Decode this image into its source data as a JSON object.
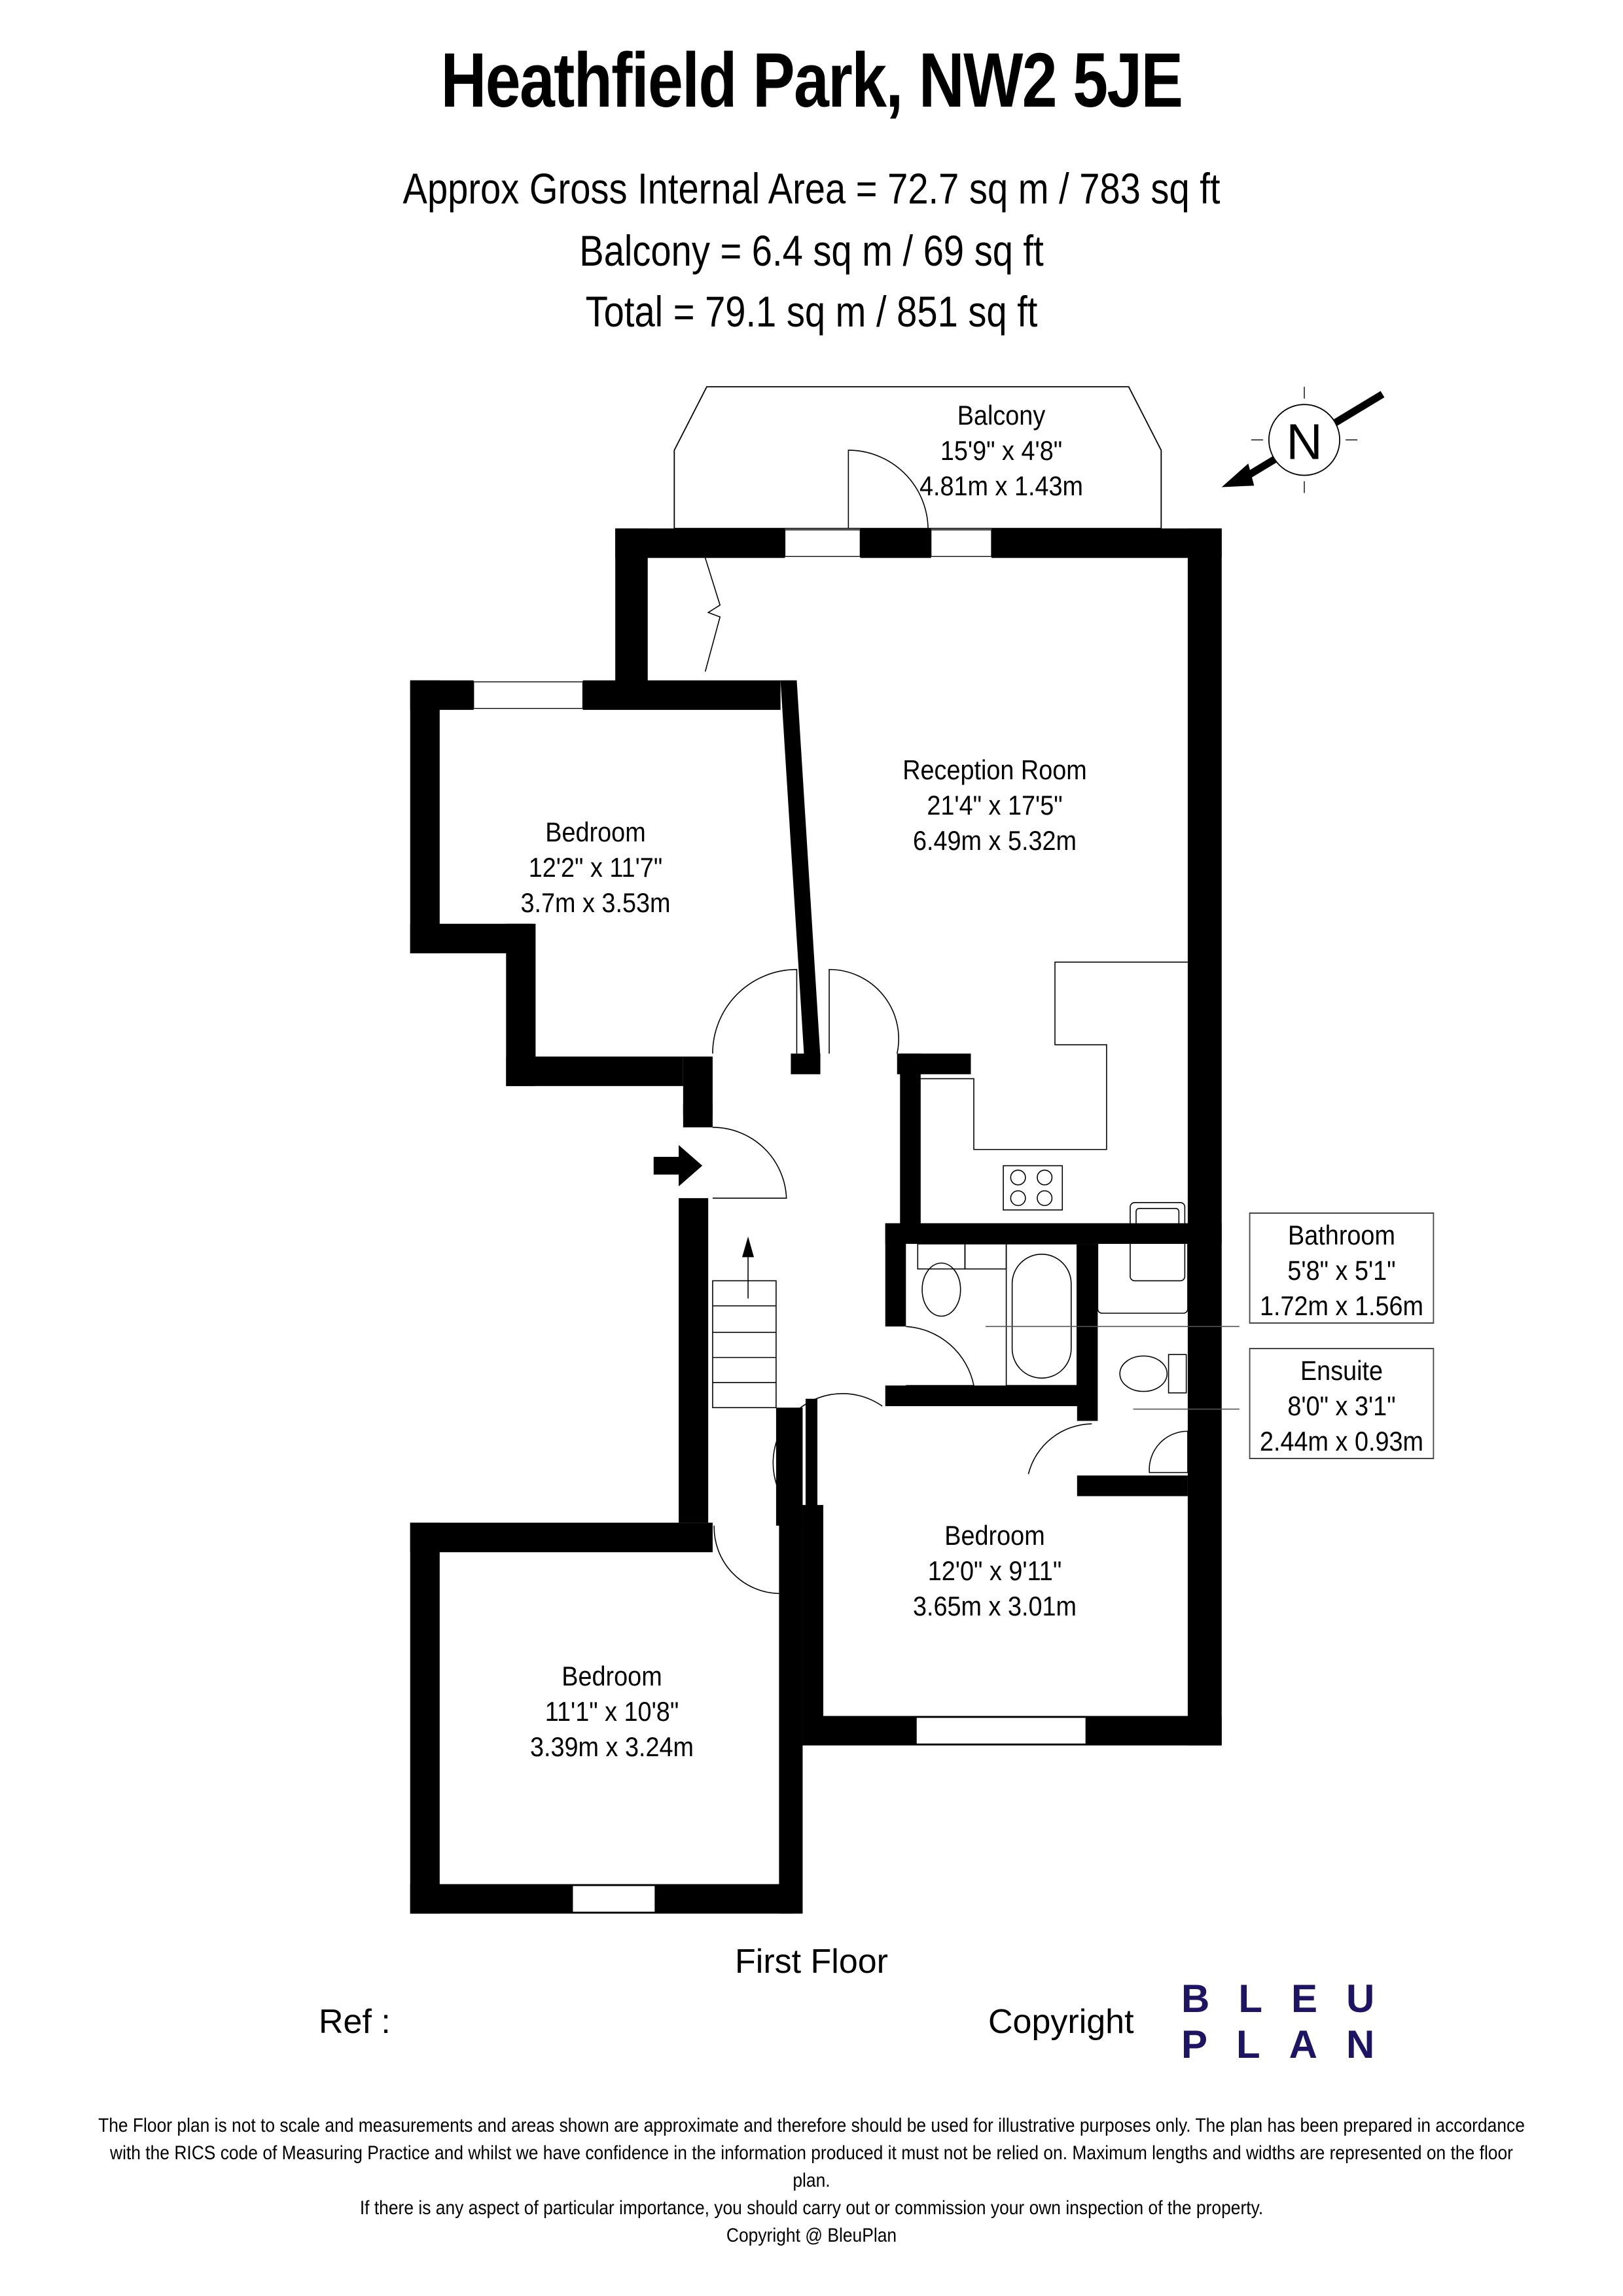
{
  "header": {
    "title": "Heathfield Park, NW2 5JE",
    "gross_internal_area": "Approx Gross Internal Area = 72.7 sq m / 783 sq ft",
    "balcony_area": "Balcony = 6.4 sq m / 69 sq ft",
    "total_area": "Total = 79.1 sq m / 851 sq ft"
  },
  "compass": {
    "label": "N",
    "icon": "north-arrow-icon"
  },
  "rooms": [
    {
      "name": "Balcony",
      "imperial": "15'9\" x 4'8\"",
      "metric": "4.81m x 1.43m"
    },
    {
      "name": "Reception Room",
      "imperial": "21'4\" x 17'5\"",
      "metric": "6.49m x 5.32m"
    },
    {
      "name": "Bedroom",
      "imperial": "12'2\" x 11'7\"",
      "metric": "3.7m x 3.53m"
    },
    {
      "name": "Bathroom",
      "imperial": "5'8\" x 5'1\"",
      "metric": "1.72m x 1.56m"
    },
    {
      "name": "Ensuite",
      "imperial": "8'0\" x 3'1\"",
      "metric": "2.44m x 0.93m"
    },
    {
      "name": "Bedroom",
      "imperial": "12'0\" x 9'11\"",
      "metric": "3.65m x 3.01m"
    },
    {
      "name": "Bedroom",
      "imperial": "11'1\" x 10'8\"",
      "metric": "3.39m x 3.24m"
    }
  ],
  "floor": {
    "label": "First Floor"
  },
  "footer": {
    "ref_label": "Ref  :",
    "copyright_label": "Copyright",
    "logo_line1": "BLEU",
    "logo_line2": "PLAN",
    "logo_color": "#1e1464",
    "disclaimer_lines": [
      "The Floor plan is not to scale and measurements and areas shown are approximate and therefore should be used for illustrative purposes only. The plan has been prepared in accordance",
      "with the RICS code of Measuring Practice and whilst we have confidence in the information produced it must not be relied on. Maximum lengths and widths are represented on the floor plan.",
      "If there is any aspect of particular importance, you should carry out or commission your own inspection of the property.",
      "Copyright @ BleuPlan"
    ]
  }
}
